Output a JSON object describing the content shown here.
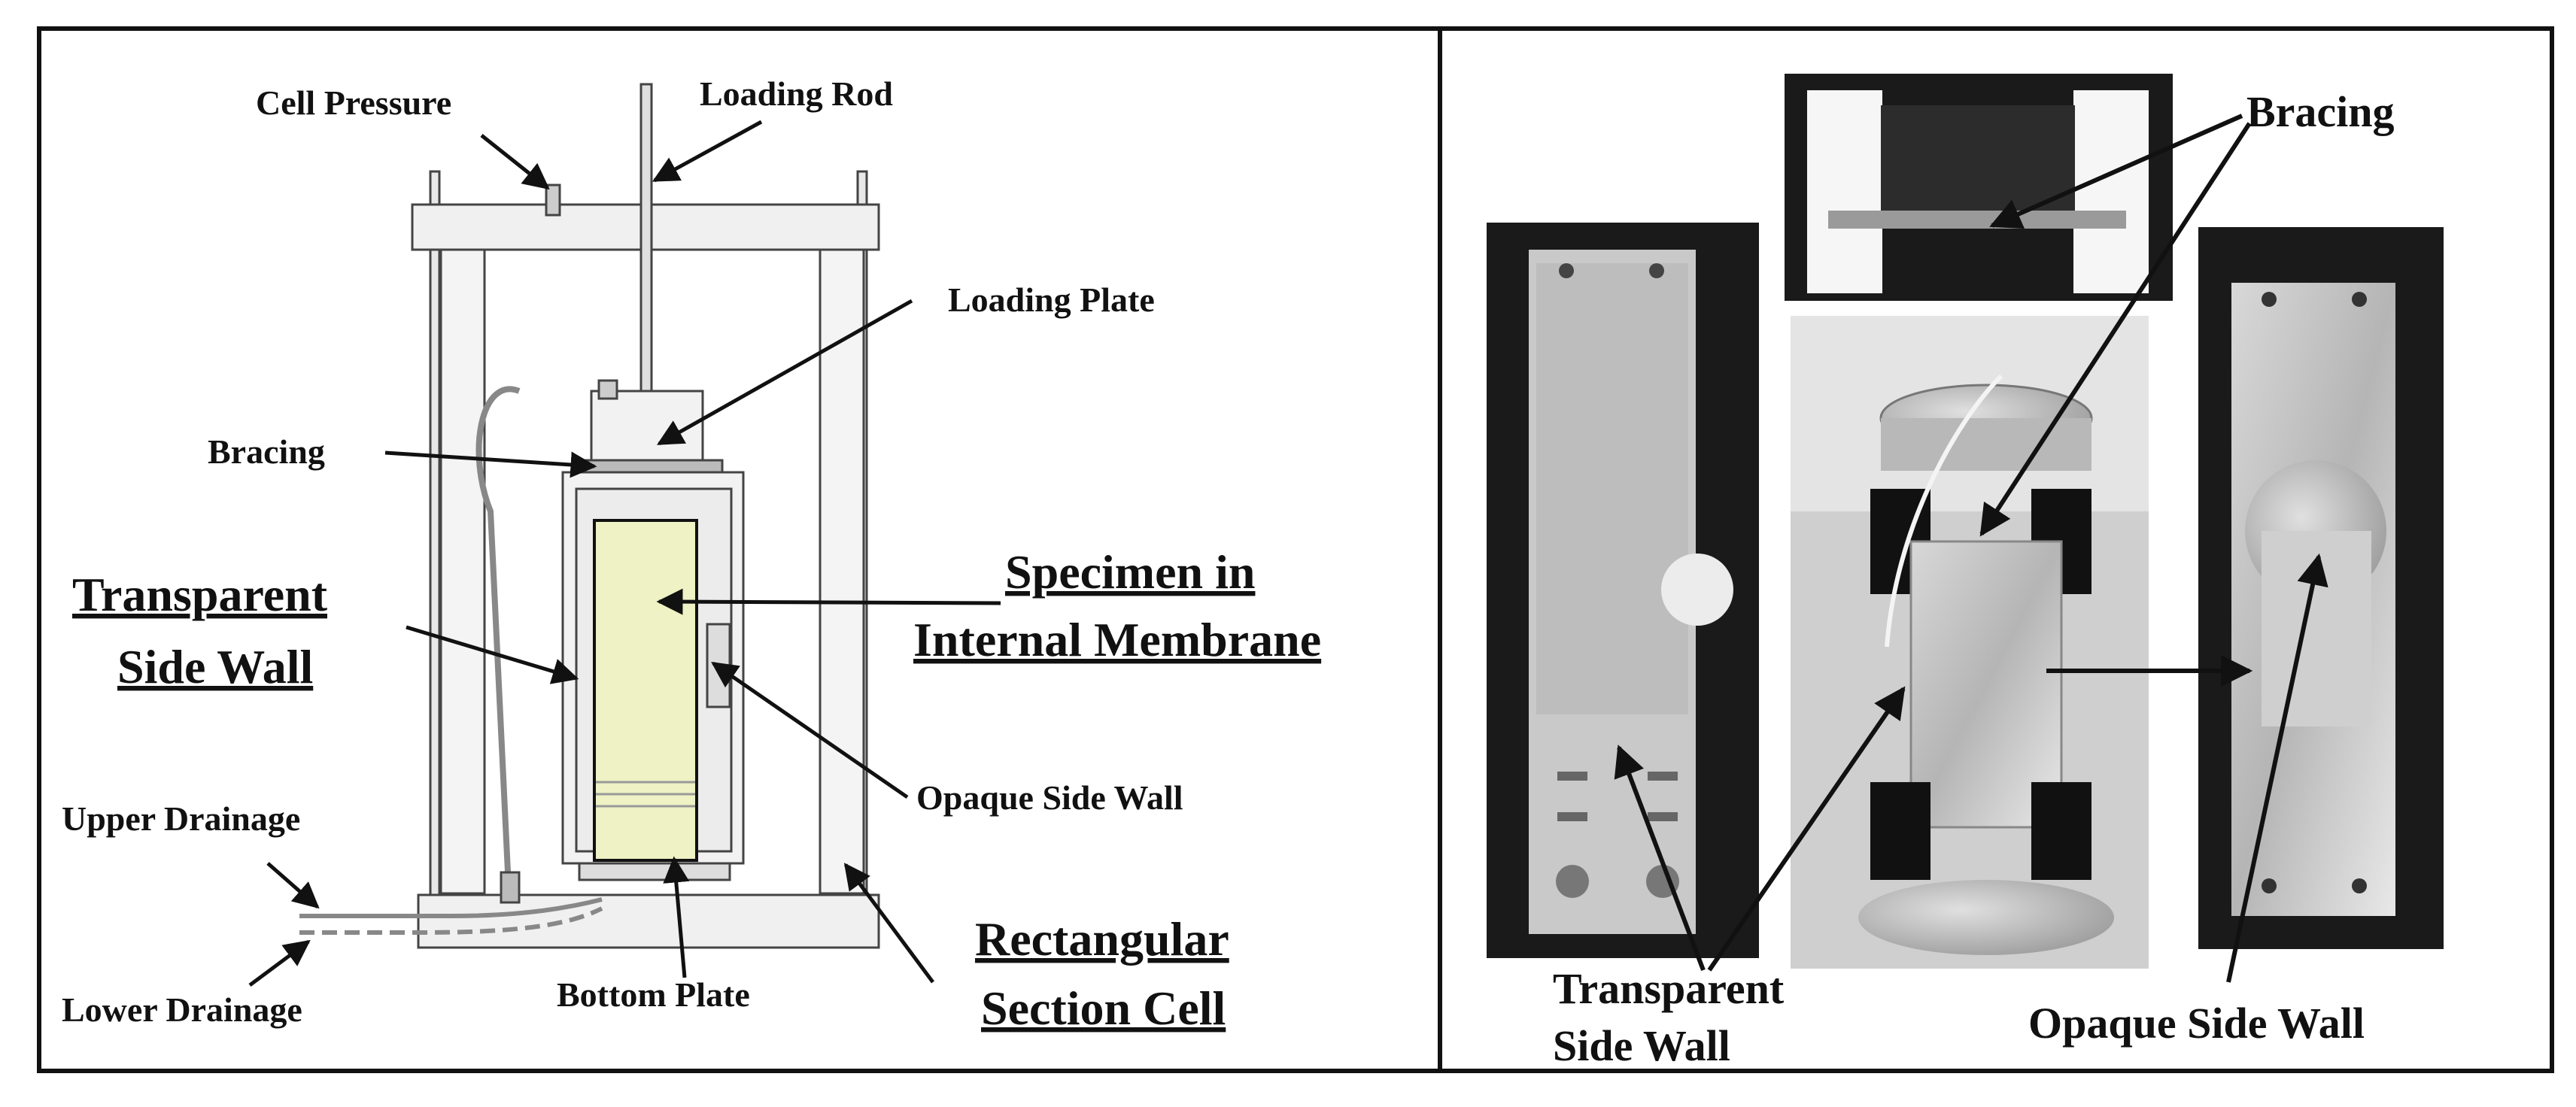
{
  "left_panel": {
    "labels": {
      "cell_pressure": "Cell Pressure",
      "loading_rod": "Loading Rod",
      "loading_plate": "Loading Plate",
      "bracing": "Bracing",
      "transparent_line1": "Transparent",
      "transparent_line2": "Side Wall",
      "specimen_line1": "Specimen in",
      "specimen_line2": "Internal Membrane",
      "opaque_side_wall": "Opaque Side Wall",
      "upper_drainage": "Upper Drainage",
      "lower_drainage": "Lower Drainage",
      "bottom_plate": "Bottom Plate",
      "cell_line1": "Rectangular",
      "cell_line2": "Section Cell"
    }
  },
  "right_panel": {
    "labels": {
      "bracing": "Bracing",
      "transparent_line1": "Transparent",
      "transparent_line2": "Side Wall",
      "opaque_side_wall": "Opaque Side Wall"
    }
  },
  "colors": {
    "specimen_fill": "#eef2c4",
    "line": "#111111",
    "photo_background": "#1a1a1a"
  }
}
